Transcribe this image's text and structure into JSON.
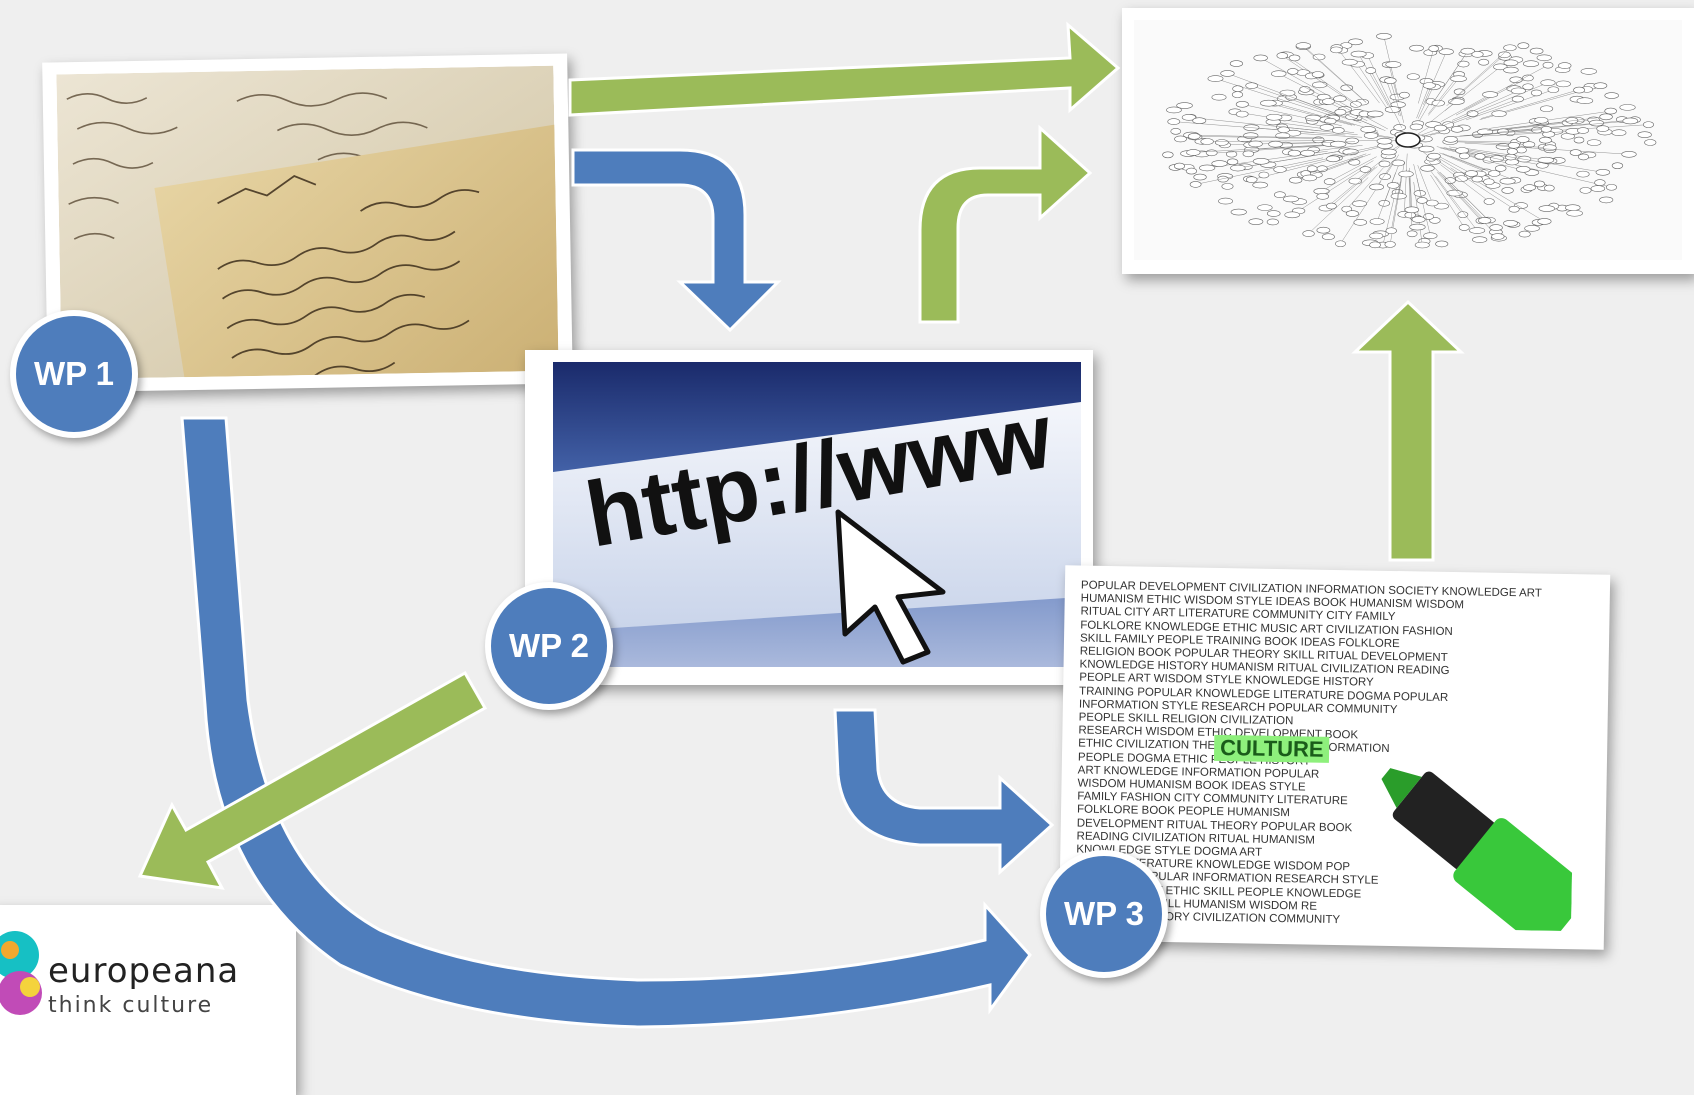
{
  "badges": {
    "wp1": "WP 1",
    "wp2": "WP 2",
    "wp3": "WP 3"
  },
  "url_text": "http://www",
  "europeana": {
    "name": "europeana",
    "tagline": "think culture"
  },
  "cloud": {
    "highlight": "CULTURE",
    "lines": [
      "POPULAR DEVELOPMENT CIVILIZATION INFORMATION SOCIETY KNOWLEDGE ART",
      "HUMANISM ETHIC WISDOM STYLE IDEAS BOOK HUMANISM WISDOM",
      "RITUAL CITY ART LITERATURE COMMUNITY CITY FAMILY",
      "FOLKLORE KNOWLEDGE ETHIC MUSIC ART CIVILIZATION FASHION",
      "SKILL FAMILY PEOPLE TRAINING BOOK IDEAS FOLKLORE",
      "RELIGION BOOK POPULAR THEORY SKILL RITUAL DEVELOPMENT",
      "KNOWLEDGE HISTORY HUMANISM RITUAL CIVILIZATION READING",
      "PEOPLE ART WISDOM STYLE KNOWLEDGE HISTORY",
      "TRAINING POPULAR KNOWLEDGE LITERATURE DOGMA POPULAR",
      "INFORMATION STYLE RESEARCH POPULAR COMMUNITY",
      "PEOPLE SKILL RELIGION CIVILIZATION",
      "RESEARCH WISDOM ETHIC DEVELOPMENT BOOK",
      "ETHIC CIVILIZATION THEORY RESEARCH INFORMATION",
      "PEOPLE DOGMA ETHIC PEOPLE HISTORY",
      "ART KNOWLEDGE INFORMATION POPULAR",
      "WISDOM HUMANISM BOOK IDEAS STYLE",
      "FAMILY FASHION CITY COMMUNITY LITERATURE",
      "FOLKLORE BOOK PEOPLE HUMANISM",
      "DEVELOPMENT RITUAL THEORY POPULAR BOOK",
      "READING CIVILIZATION RITUAL HUMANISM",
      "KNOWLEDGE STYLE DOGMA ART",
      "DOGMA LITERATURE KNOWLEDGE WISDOM POP",
      "RELIGION POPULAR INFORMATION RESEARCH STYLE",
      "DEVELOPMENT ETHIC SKILL PEOPLE KNOWLEDGE",
      "COMMUNITY SKILL HUMANISM WISDOM RE",
      "RESEARCH THEORY CIVILIZATION COMMUNITY"
    ]
  },
  "colors": {
    "blue_arrow": "#4e7dbc",
    "green_arrow": "#9bbb59",
    "badge": "#4e7dbc"
  }
}
